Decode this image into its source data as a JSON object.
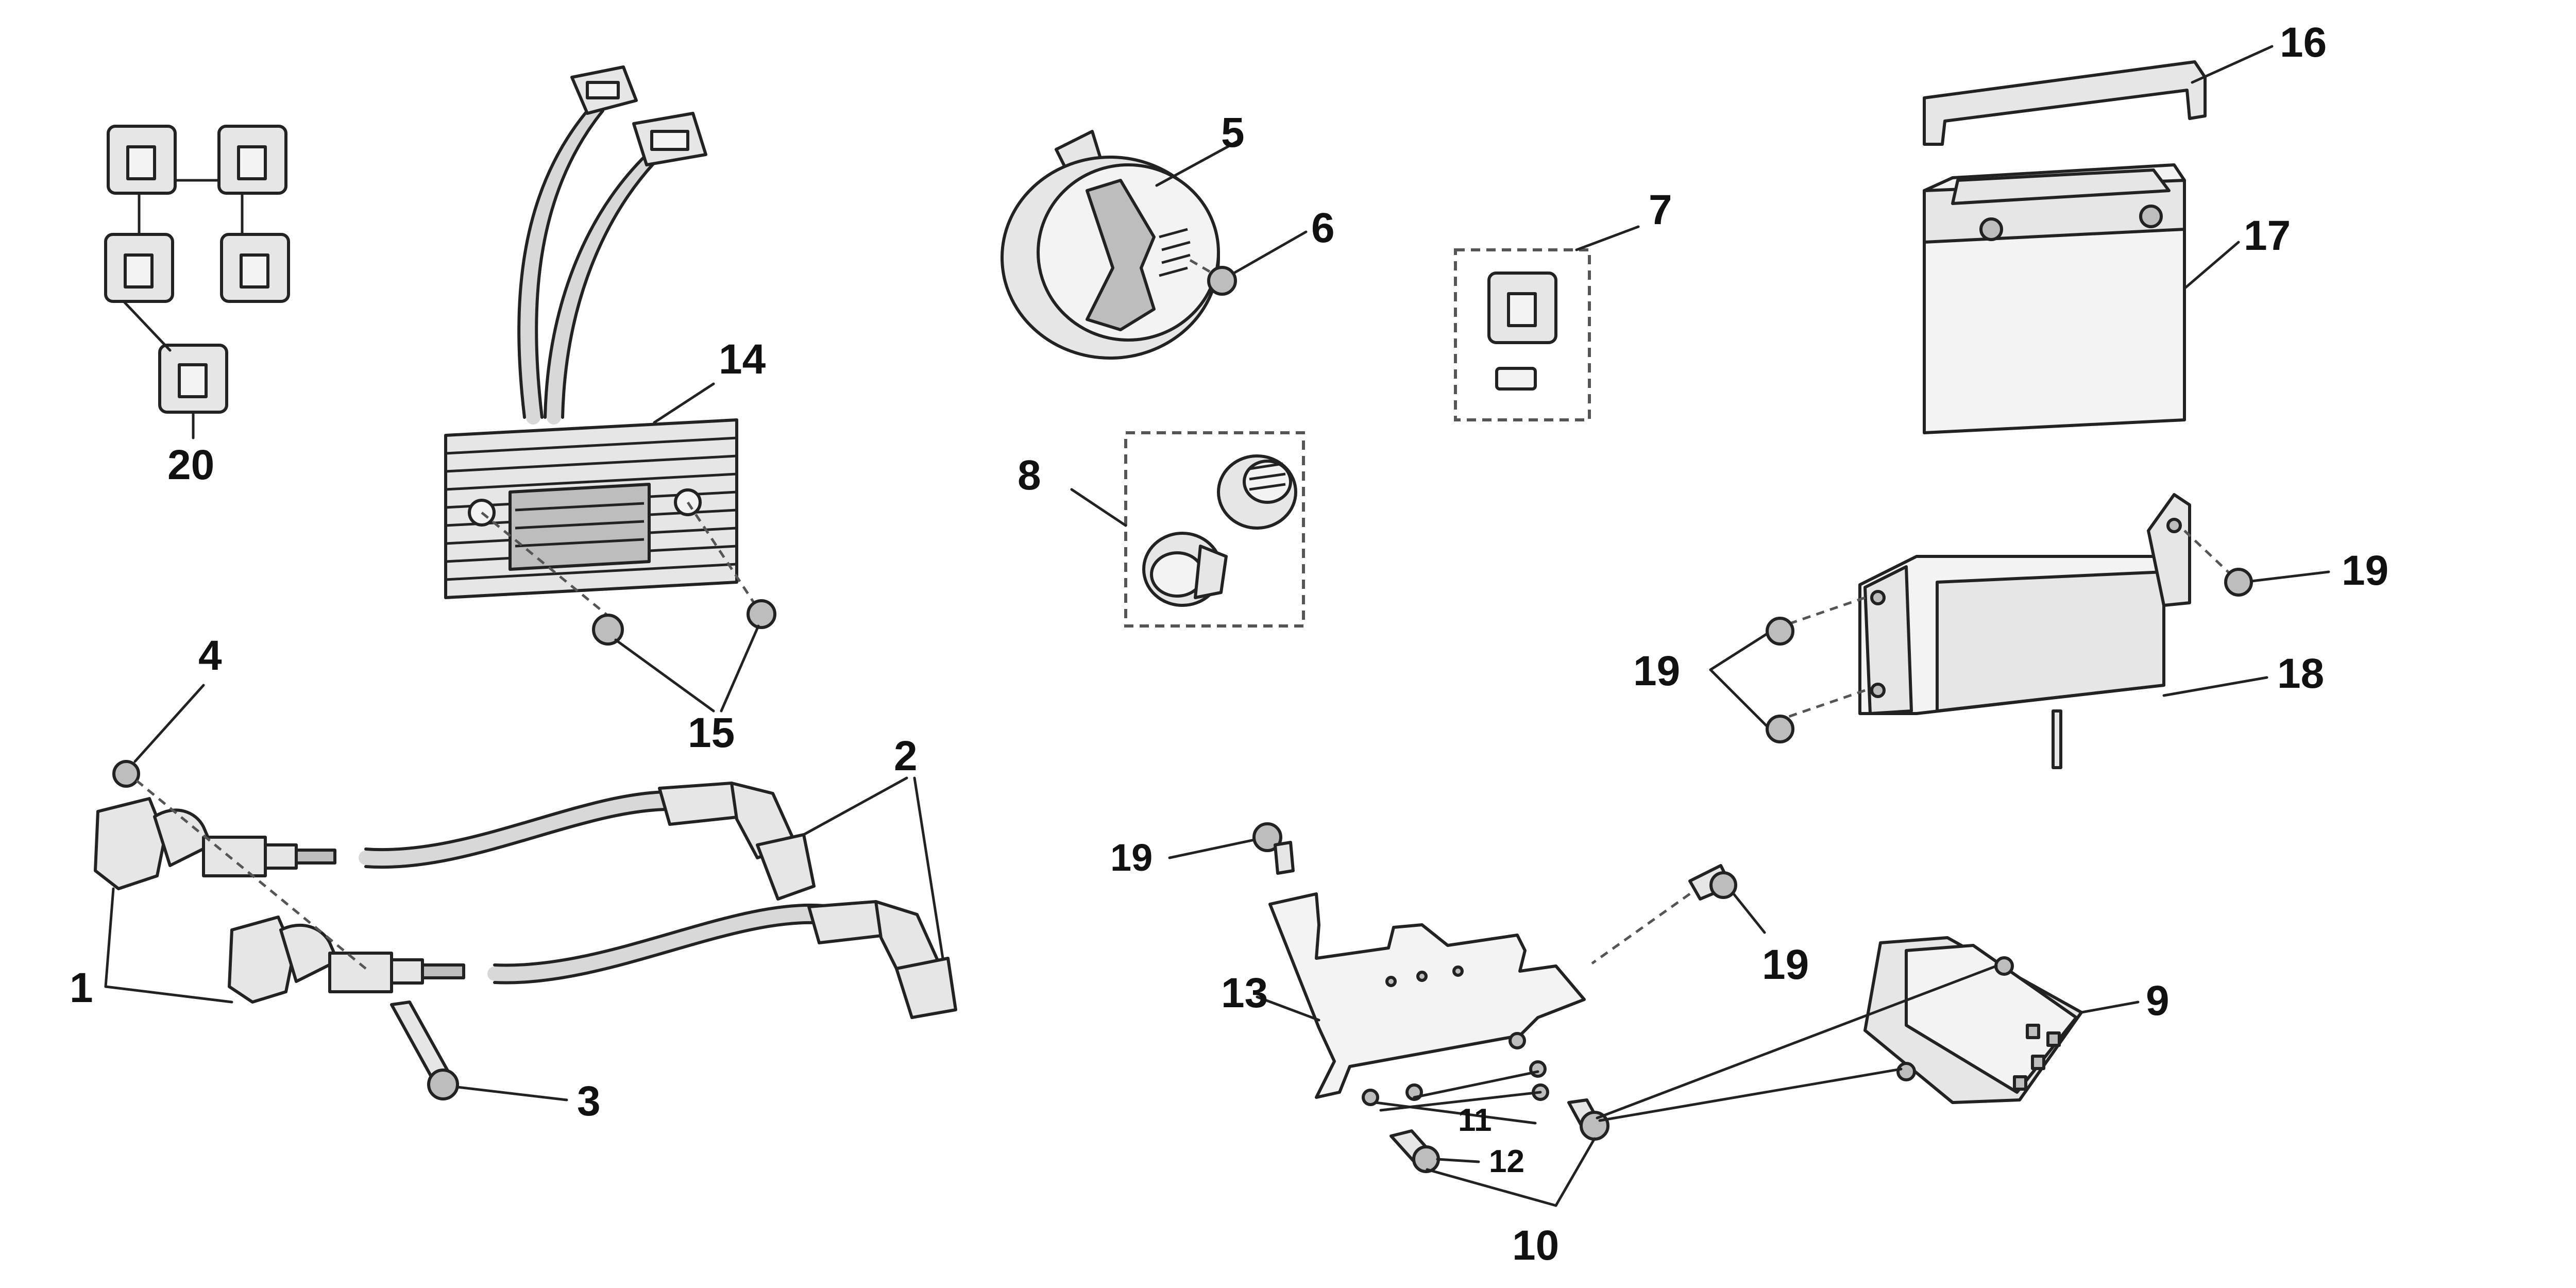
{
  "callouts": {
    "c1": "1",
    "c2": "2",
    "c3": "3",
    "c4": "4",
    "c5": "5",
    "c6": "6",
    "c7": "7",
    "c8": "8",
    "c9": "9",
    "c10": "10",
    "c11": "11",
    "c12": "12",
    "c13": "13",
    "c14": "14",
    "c15": "15",
    "c16": "16",
    "c17": "17",
    "c18": "18",
    "c19a": "19",
    "c19b": "19",
    "c19c": "19",
    "c19d": "19",
    "c20": "20"
  }
}
